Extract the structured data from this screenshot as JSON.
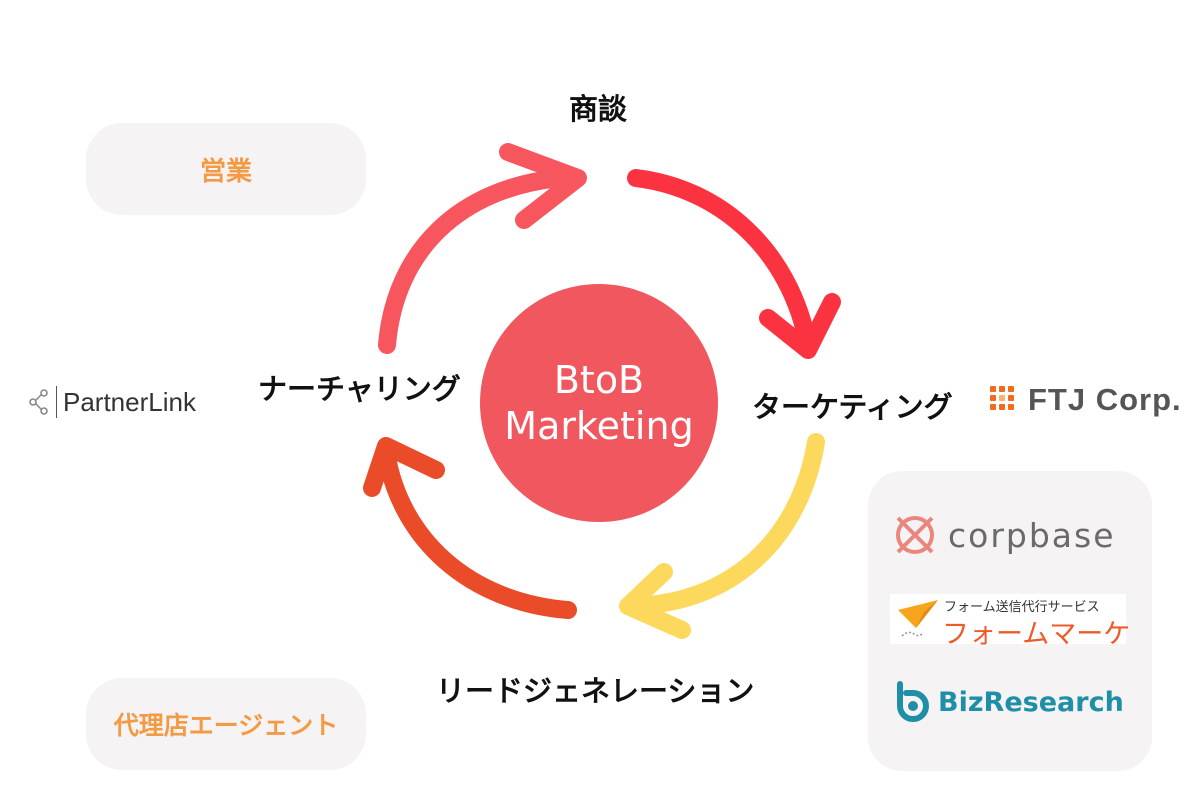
{
  "center": {
    "line1": "BtoB",
    "line2": "Marketing"
  },
  "stages": {
    "top": "商談",
    "right": "ターケティング",
    "bottom": "リードジェネレーション",
    "left": "ナーチャリング"
  },
  "pills": {
    "sales": "営業",
    "agency": "代理店エージェント"
  },
  "logos": {
    "partnerlink": "PartnerLink",
    "ftj": "FTJ Corp.",
    "corpbase": "corpbase",
    "formmarke_tagline": "フォーム送信代行サービス",
    "formmarke_name": "フォームマーケ",
    "bizresearch": "BizResearch"
  },
  "colors": {
    "center": "#f1575f",
    "arrow_top": "#f8565f",
    "arrow_right": "#fb3340",
    "arrow_bottom": "#fcd95c",
    "arrow_left": "#ea4c2a",
    "pill_text": "#f39a45",
    "pill_bg": "#f5f3f4"
  }
}
